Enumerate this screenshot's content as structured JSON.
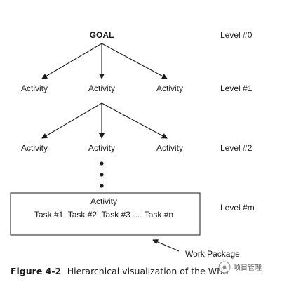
{
  "goal": "GOAL",
  "levels": [
    "Level #0",
    "Level #1",
    "Level #2",
    "Level #m"
  ],
  "level1_nodes": [
    "Activity",
    "Activity",
    "Activity"
  ],
  "level2_nodes": [
    "Activity",
    "Activity",
    "Activity"
  ],
  "work_package_box": {
    "title": "Activity",
    "tasks": "Task #1  Task #2  Task #3 .... Task #n"
  },
  "work_package_label": "Work Package",
  "caption": {
    "figure_label": "Figure 4-2",
    "text": "Hierarchical visualization of the WBS"
  },
  "watermark": "项目管理"
}
